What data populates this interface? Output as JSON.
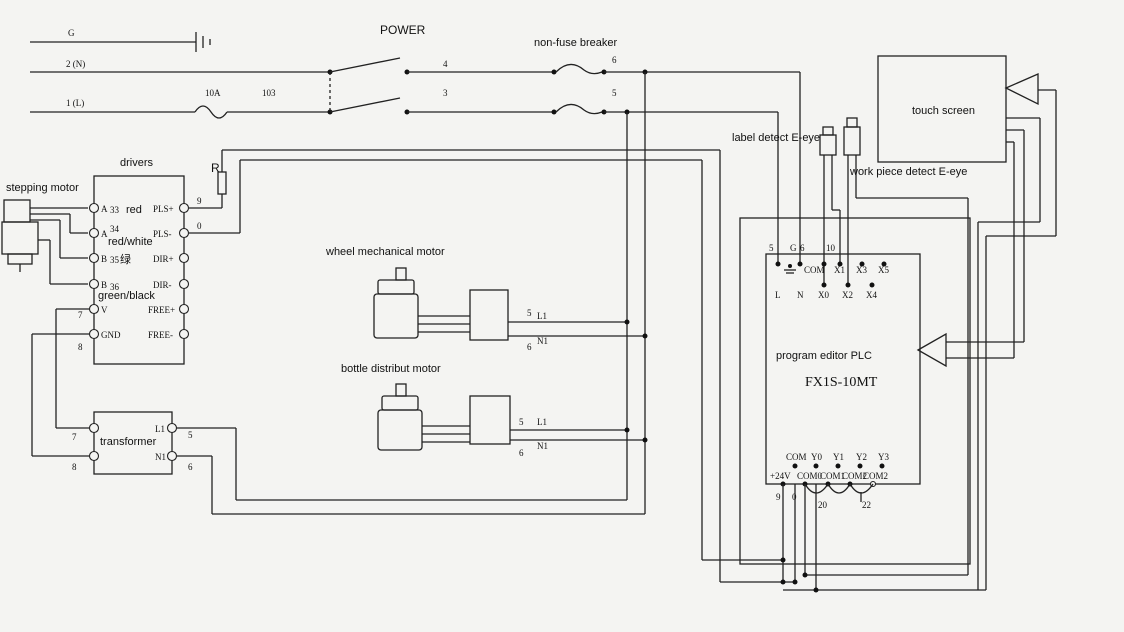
{
  "power": {
    "title": "POWER",
    "ground_label": "G",
    "neutral_label": "2 (N)",
    "live_label": "1 (L)",
    "fuse_label": "10A",
    "wire_103": "103",
    "wire_4": "4",
    "wire_3": "3"
  },
  "breaker": {
    "title": "non-fuse breaker",
    "wire_6": "6",
    "wire_5": "5"
  },
  "stepping_motor": {
    "title": "stepping motor"
  },
  "drivers": {
    "title": "drivers",
    "resistor_label": "R",
    "left_terminals": [
      "A",
      "A",
      "B",
      "B",
      "V",
      "GND"
    ],
    "right_terminals": [
      "PLS+",
      "PLS-",
      "DIR+",
      "DIR-",
      "FREE+",
      "FREE-"
    ],
    "wire_33": "33",
    "wire_34": "34",
    "wire_35": "35",
    "wire_36": "36",
    "wire_9": "9",
    "wire_0": "0",
    "wire_7": "7",
    "wire_8": "8",
    "color_red": "red",
    "color_red_white": "red/white",
    "color_green": "绿",
    "color_green_black": "green/black"
  },
  "transformer": {
    "title": "transformer",
    "terminal_l1": "L1",
    "terminal_n1": "N1",
    "wire_7": "7",
    "wire_8": "8",
    "wire_5": "5",
    "wire_6": "6"
  },
  "wheel_motor": {
    "title": "wheel mechanical motor",
    "wire_5": "5",
    "wire_6": "6",
    "l1": "L1",
    "n1": "N1"
  },
  "bottle_motor": {
    "title": "bottle distribut motor",
    "wire_5": "5",
    "wire_6": "6",
    "l1": "L1",
    "n1": "N1"
  },
  "sensors": {
    "label_eye": "label detect E-eye",
    "work_eye": "work piece detect E-eye"
  },
  "touch_screen": {
    "title": "touch screen"
  },
  "plc": {
    "title": "program editor PLC",
    "model": "FX1S-10MT",
    "wire_5": "5",
    "wire_6": "6",
    "wire_10": "10",
    "ground_label": "G",
    "top_upper": [
      "COM",
      "X1",
      "X3",
      "X5"
    ],
    "top_lower": [
      "L",
      "N",
      "X0",
      "X2",
      "X4"
    ],
    "bottom_upper": [
      "COM",
      "Y0",
      "Y1",
      "Y2",
      "Y3"
    ],
    "bottom_lower": [
      "+24V",
      "COM0",
      "COM1",
      "COM2",
      "COM2"
    ],
    "wire_9": "9",
    "wire_0": "0",
    "wire_20": "20",
    "wire_22": "22"
  }
}
